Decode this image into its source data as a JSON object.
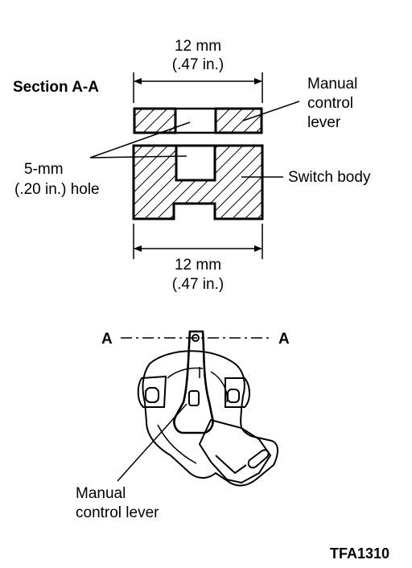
{
  "section": {
    "title": "Section  A-A",
    "dim_top_value": "12 mm",
    "dim_top_inch": "(.47 in.)",
    "dim_bottom_value": "12 mm",
    "dim_bottom_inch": "(.47 in.)",
    "label_lever_line1": "Manual",
    "label_lever_line2": "control",
    "label_lever_line3": "lever",
    "label_hole_line1": "5-mm",
    "label_hole_line2": "(.20 in.) hole",
    "label_body": "Switch body"
  },
  "view": {
    "cut_left": "A",
    "cut_right": "A",
    "label_lever_line1": "Manual",
    "label_lever_line2": "control lever"
  },
  "figure_code": "TFA1310"
}
